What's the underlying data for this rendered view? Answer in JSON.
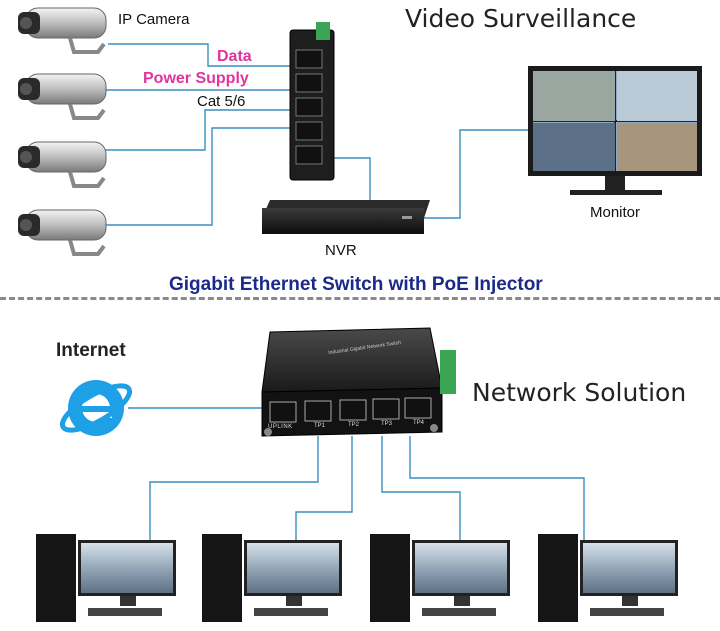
{
  "top": {
    "title": "Video Surveillance",
    "camera_label": "IP Camera",
    "data_label": "Data",
    "power_label": "Power Supply",
    "cable_label": "Cat 5/6",
    "nvr_label": "NVR",
    "monitor_label": "Monitor",
    "caption": "Gigabit Ethernet Switch with PoE Injector"
  },
  "bottom": {
    "title": "Network Solution",
    "internet_label": "Internet",
    "switch_port_labels": [
      "UPLINK",
      "TP1",
      "TP2",
      "TP3",
      "TP4"
    ],
    "switch_face_text": "Industrial Gigabit Network Switch",
    "icons": [
      "internet-explorer-icon"
    ]
  },
  "colors": {
    "link_line": "#3a8fbf",
    "pink_text": "#e0359d",
    "caption_blue": "#1b2a8a",
    "ie_blue": "#1ea0e6"
  }
}
